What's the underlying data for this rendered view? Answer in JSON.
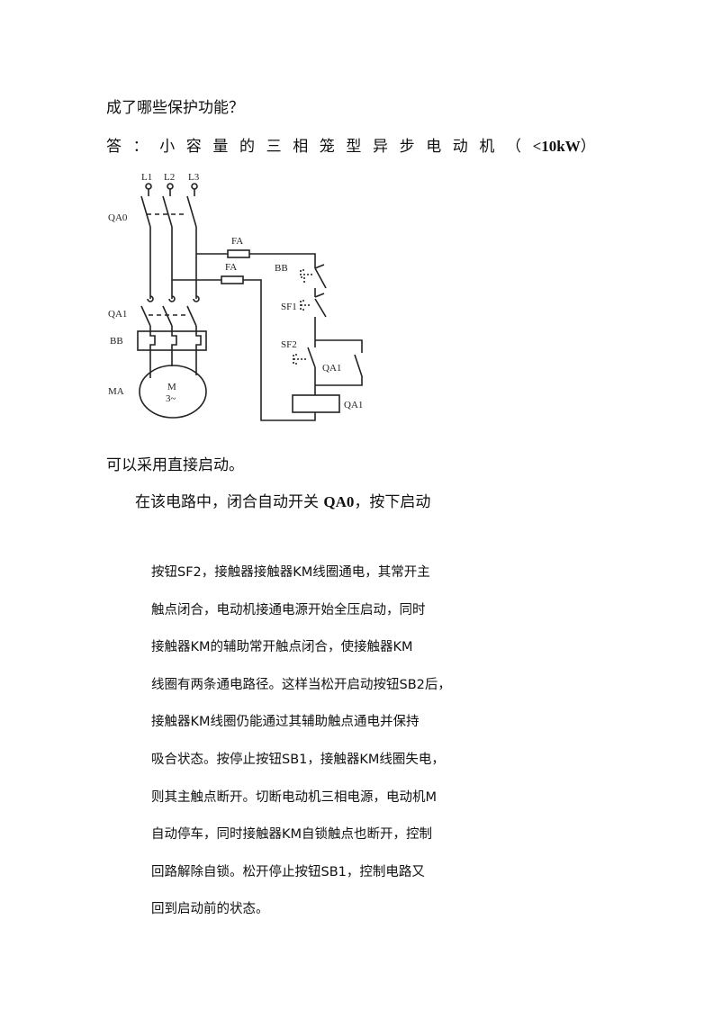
{
  "heading_question": "成了哪些保护功能？",
  "answer_prefix": "答：小容量的三相笼型异步电动机（",
  "answer_power": "<10kW",
  "answer_suffix": "）",
  "diagram": {
    "labels": {
      "l1": "L1",
      "l2": "L2",
      "l3": "L3",
      "qa0": "QA0",
      "fa_top": "FA",
      "fa_bottom": "FA",
      "bb_right": "BB",
      "sf1": "SF1",
      "sf2": "SF2",
      "qa1_aux": "QA1",
      "qa1_coil": "QA1",
      "qa1_main": "QA1",
      "bb_left": "BB",
      "ma": "MA",
      "motor_m": "M",
      "motor_phase": "3~"
    }
  },
  "direct_start": "可以采用直接启动。",
  "intro_prefix": "在该电路中，闭合自动开关 ",
  "intro_switch": "QA0",
  "intro_suffix": "，按下启动",
  "body_lines": [
    "按钮SF2，接触器接触器KM线圈通电，其常开主",
    "触点闭合，电动机接通电源开始全压启动，同时",
    "接触器KM的辅助常开触点闭合，使接触器KM",
    "线圈有两条通电路径。这样当松开启动按钮SB2后，",
    "接触器KM线圈仍能通过其辅助触点通电并保持",
    "吸合状态。按停止按钮SB1，接触器KM线圈失电，",
    "则其主触点断开。切断电动机三相电源，电动机M",
    "自动停车，同时接触器KM自锁触点也断开，控制",
    "回路解除自锁。松开停止按钮SB1，控制电路又",
    "回到启动前的状态。"
  ]
}
